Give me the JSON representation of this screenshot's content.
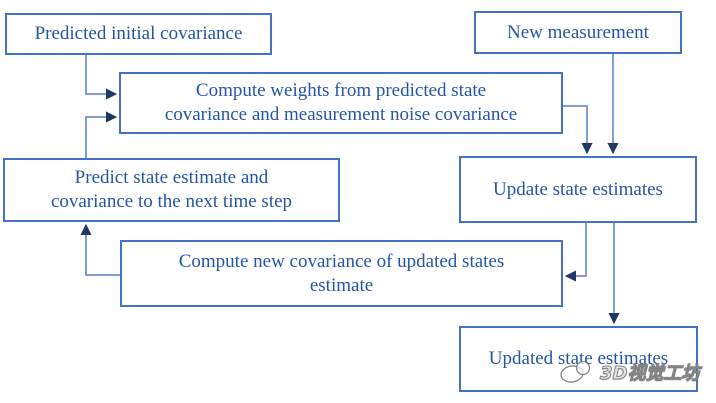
{
  "diagram": {
    "type": "flowchart",
    "subject": "Kalman filter prediction-update cycle",
    "colors": {
      "box_border": "#4472c4",
      "box_text": "#2456a8",
      "connector_line": "#5b7fc7",
      "arrowhead": "#1f3864",
      "background": "#ffffff"
    },
    "boxes": [
      {
        "id": "predicted-initial-covariance",
        "lines": [
          "Predicted initial covariance"
        ]
      },
      {
        "id": "new-measurement",
        "lines": [
          "New measurement"
        ]
      },
      {
        "id": "compute-weights",
        "lines": [
          "Compute weights from predicted state",
          "covariance and measurement noise covariance"
        ]
      },
      {
        "id": "predict-state",
        "lines": [
          "Predict state estimate and",
          "covariance to the next time step"
        ]
      },
      {
        "id": "update-state",
        "lines": [
          "Update state estimates"
        ]
      },
      {
        "id": "compute-new-covariance",
        "lines": [
          "Compute new covariance of updated states",
          "estimate"
        ]
      },
      {
        "id": "updated-state-estimates",
        "lines": [
          "Updated state estimates"
        ]
      }
    ],
    "connections": [
      {
        "from": "predicted-initial-covariance",
        "to": "compute-weights"
      },
      {
        "from": "predict-state",
        "to": "compute-weights"
      },
      {
        "from": "compute-weights",
        "to": "update-state"
      },
      {
        "from": "new-measurement",
        "to": "update-state"
      },
      {
        "from": "update-state",
        "to": "compute-new-covariance"
      },
      {
        "from": "compute-new-covariance",
        "to": "predict-state"
      },
      {
        "from": "update-state",
        "to": "updated-state-estimates"
      }
    ]
  },
  "watermark": {
    "text": "3D视觉工坊",
    "logo": "camera-lens-logo"
  }
}
